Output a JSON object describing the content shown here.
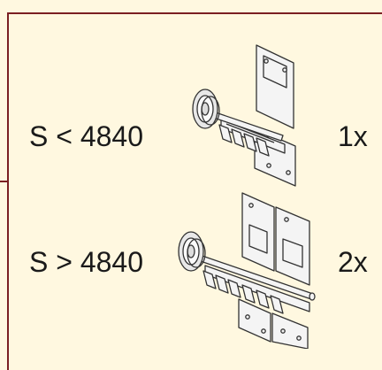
{
  "rows": [
    {
      "condition": "S < 4840",
      "quantity": "1x",
      "illustration": "single-hinge-assembly"
    },
    {
      "condition": "S > 4840",
      "quantity": "2x",
      "illustration": "double-hinge-assembly"
    }
  ],
  "colors": {
    "frame": "#7a1f22",
    "background": "#fff8e0",
    "line_art": "#333333"
  }
}
